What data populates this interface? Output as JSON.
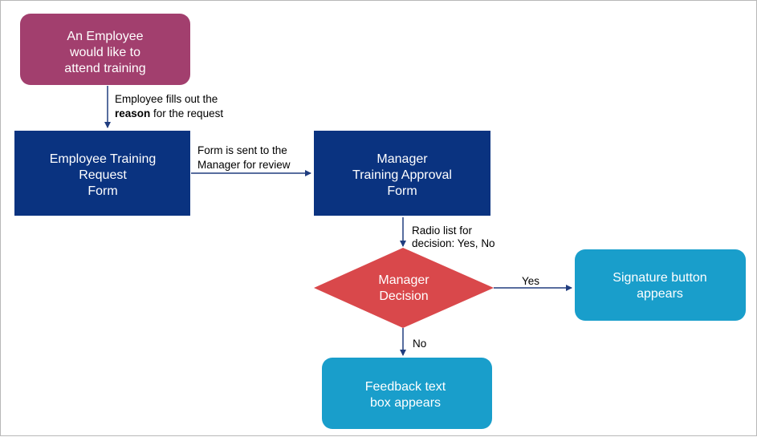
{
  "colors": {
    "start_node": "#A23F6E",
    "form_node": "#0A3380",
    "decision_node": "#D9484B",
    "outcome_node": "#199ECB",
    "connector": "#203D7F",
    "label_text": "#000000",
    "node_text": "#FFFFFF"
  },
  "nodes": {
    "start": {
      "lines": [
        "An Employee",
        "would like to",
        "attend training"
      ]
    },
    "employee_form": {
      "lines": [
        "Employee Training",
        "Request",
        "Form"
      ]
    },
    "manager_form": {
      "lines": [
        "Manager",
        "Training Approval",
        "Form"
      ]
    },
    "decision": {
      "lines": [
        "Manager",
        "Decision"
      ]
    },
    "signature": {
      "lines": [
        "Signature button",
        "appears"
      ]
    },
    "feedback": {
      "lines": [
        "Feedback text",
        "box appears"
      ]
    }
  },
  "edges": {
    "start_to_form": {
      "line1": "Employee fills out the",
      "line2_bold": "reason",
      "line2_rest": " for the request"
    },
    "form_to_manager": {
      "lines": [
        "Form is sent to the",
        "Manager for review"
      ]
    },
    "manager_to_decision": {
      "lines": [
        "Radio list for",
        "decision: Yes, No"
      ]
    },
    "decision_yes": {
      "label": "Yes"
    },
    "decision_no": {
      "label": "No"
    }
  }
}
